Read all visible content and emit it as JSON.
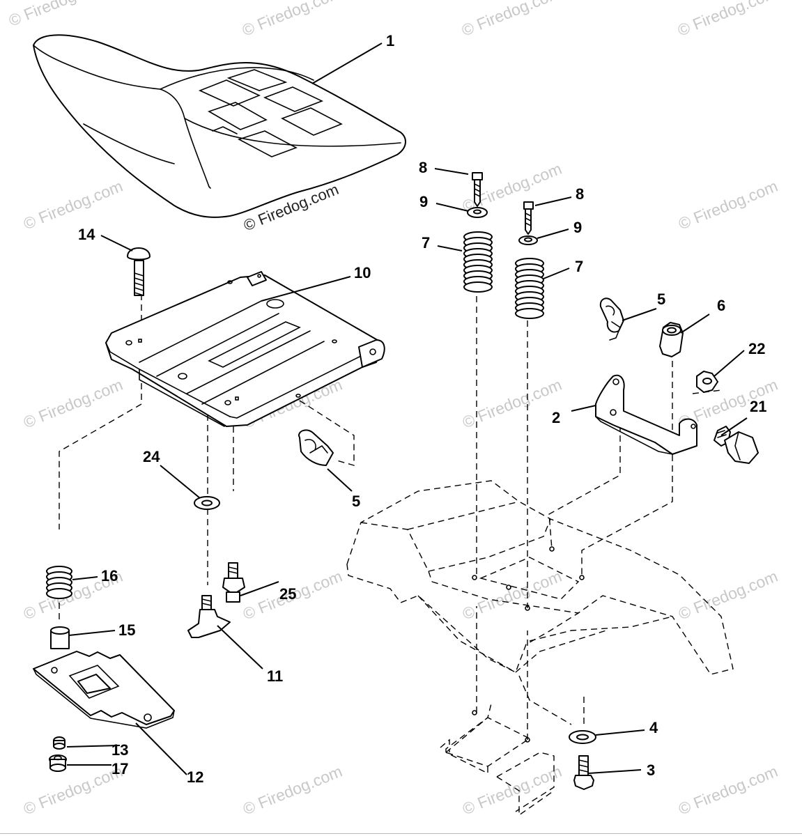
{
  "watermark": {
    "text": "© Firedog.com"
  },
  "callouts": {
    "c1": "1",
    "c2": "2",
    "c3": "3",
    "c4": "4",
    "c5a": "5",
    "c5b": "5",
    "c6": "6",
    "c7a": "7",
    "c7b": "7",
    "c8a": "8",
    "c8b": "8",
    "c9a": "9",
    "c9b": "9",
    "c10": "10",
    "c11": "11",
    "c12": "12",
    "c13": "13",
    "c14": "14",
    "c15": "15",
    "c16": "16",
    "c17": "17",
    "c21": "21",
    "c22": "22",
    "c24": "24",
    "c25": "25"
  }
}
